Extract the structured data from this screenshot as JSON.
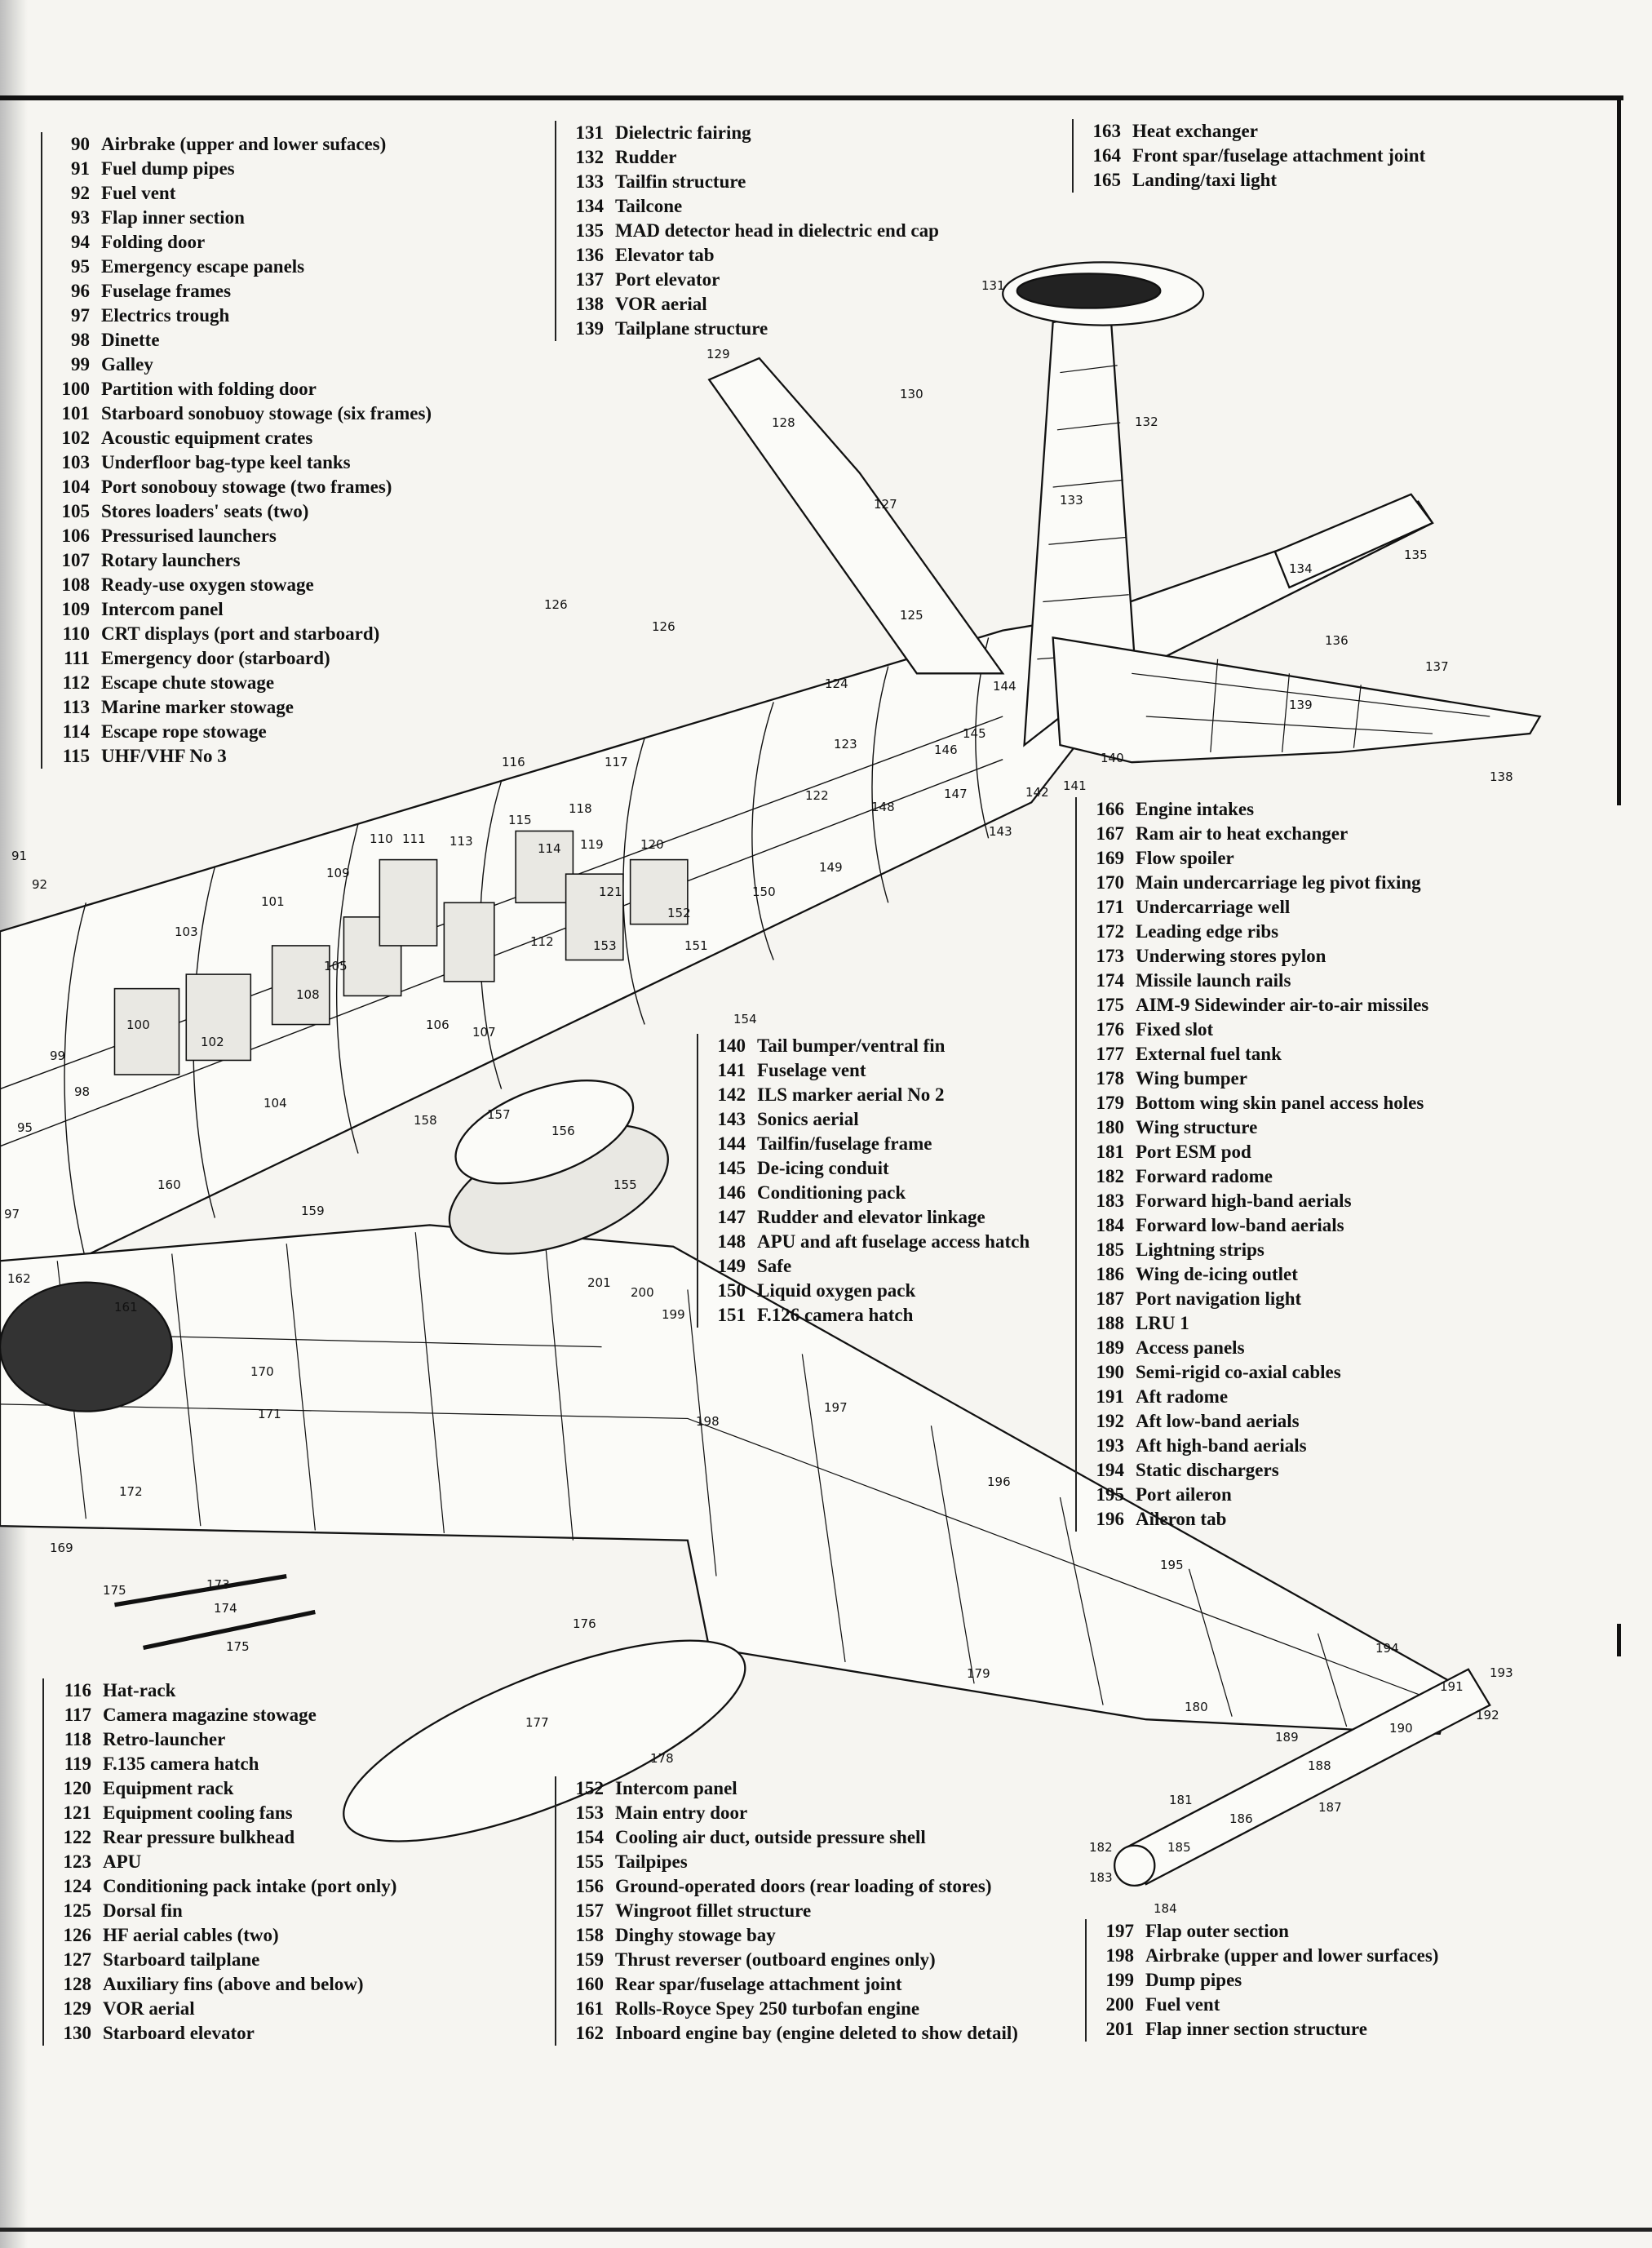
{
  "legend_groups": [
    {
      "id": "g-a",
      "items": [
        {
          "n": "90",
          "label": "Airbrake (upper and lower sufaces)"
        },
        {
          "n": "91",
          "label": "Fuel dump pipes"
        },
        {
          "n": "92",
          "label": "Fuel vent"
        },
        {
          "n": "93",
          "label": "Flap inner section"
        },
        {
          "n": "94",
          "label": "Folding door"
        },
        {
          "n": "95",
          "label": "Emergency escape panels"
        },
        {
          "n": "96",
          "label": "Fuselage frames"
        },
        {
          "n": "97",
          "label": "Electrics trough"
        },
        {
          "n": "98",
          "label": "Dinette"
        },
        {
          "n": "99",
          "label": "Galley"
        },
        {
          "n": "100",
          "label": "Partition with folding door"
        },
        {
          "n": "101",
          "label": "Starboard sonobuoy stowage (six frames)"
        },
        {
          "n": "102",
          "label": "Acoustic equipment crates"
        },
        {
          "n": "103",
          "label": "Underfloor bag-type keel tanks"
        },
        {
          "n": "104",
          "label": "Port sonobouy stowage (two frames)"
        },
        {
          "n": "105",
          "label": "Stores loaders' seats (two)"
        },
        {
          "n": "106",
          "label": "Pressurised launchers"
        },
        {
          "n": "107",
          "label": "Rotary launchers"
        },
        {
          "n": "108",
          "label": "Ready-use oxygen stowage"
        },
        {
          "n": "109",
          "label": "Intercom panel"
        },
        {
          "n": "110",
          "label": "CRT displays (port and starboard)"
        },
        {
          "n": "111",
          "label": "Emergency door (starboard)"
        },
        {
          "n": "112",
          "label": "Escape chute stowage"
        },
        {
          "n": "113",
          "label": "Marine marker stowage"
        },
        {
          "n": "114",
          "label": "Escape rope stowage"
        },
        {
          "n": "115",
          "label": "UHF/VHF No 3"
        }
      ]
    },
    {
      "id": "g-b",
      "items": [
        {
          "n": "131",
          "label": "Dielectric fairing"
        },
        {
          "n": "132",
          "label": "Rudder"
        },
        {
          "n": "133",
          "label": "Tailfin structure"
        },
        {
          "n": "134",
          "label": "Tailcone"
        },
        {
          "n": "135",
          "label": "MAD detector head in dielectric end cap"
        },
        {
          "n": "136",
          "label": "Elevator tab"
        },
        {
          "n": "137",
          "label": "Port elevator"
        },
        {
          "n": "138",
          "label": "VOR aerial"
        },
        {
          "n": "139",
          "label": "Tailplane structure"
        }
      ]
    },
    {
      "id": "g-c",
      "items": [
        {
          "n": "163",
          "label": "Heat exchanger"
        },
        {
          "n": "164",
          "label": "Front spar/fuselage attachment joint"
        },
        {
          "n": "165",
          "label": "Landing/taxi light"
        }
      ]
    },
    {
      "id": "g-d",
      "items": [
        {
          "n": "166",
          "label": "Engine intakes"
        },
        {
          "n": "167",
          "label": "Ram air to heat exchanger"
        },
        {
          "n": "169",
          "label": "Flow spoiler"
        },
        {
          "n": "170",
          "label": "Main undercarriage leg pivot fixing"
        },
        {
          "n": "171",
          "label": "Undercarriage well"
        },
        {
          "n": "172",
          "label": "Leading edge ribs"
        },
        {
          "n": "173",
          "label": "Underwing stores pylon"
        },
        {
          "n": "174",
          "label": "Missile launch rails"
        },
        {
          "n": "175",
          "label": "AIM-9 Sidewinder air-to-air missiles"
        },
        {
          "n": "176",
          "label": "Fixed slot"
        },
        {
          "n": "177",
          "label": "External fuel tank"
        },
        {
          "n": "178",
          "label": "Wing bumper"
        },
        {
          "n": "179",
          "label": "Bottom wing skin panel access holes"
        },
        {
          "n": "180",
          "label": "Wing structure"
        },
        {
          "n": "181",
          "label": "Port ESM pod"
        },
        {
          "n": "182",
          "label": "Forward radome"
        },
        {
          "n": "183",
          "label": "Forward high-band aerials"
        },
        {
          "n": "184",
          "label": "Forward low-band aerials"
        },
        {
          "n": "185",
          "label": "Lightning strips"
        },
        {
          "n": "186",
          "label": "Wing de-icing outlet"
        },
        {
          "n": "187",
          "label": "Port navigation light"
        },
        {
          "n": "188",
          "label": "LRU 1"
        },
        {
          "n": "189",
          "label": "Access panels"
        },
        {
          "n": "190",
          "label": "Semi-rigid co-axial cables"
        },
        {
          "n": "191",
          "label": "Aft radome"
        },
        {
          "n": "192",
          "label": "Aft low-band aerials"
        },
        {
          "n": "193",
          "label": "Aft high-band aerials"
        },
        {
          "n": "194",
          "label": "Static dischargers"
        },
        {
          "n": "195",
          "label": "Port aileron"
        },
        {
          "n": "196",
          "label": "Aileron tab"
        }
      ]
    },
    {
      "id": "g-e",
      "items": [
        {
          "n": "140",
          "label": "Tail bumper/ventral fin"
        },
        {
          "n": "141",
          "label": "Fuselage vent"
        },
        {
          "n": "142",
          "label": "ILS marker aerial No 2"
        },
        {
          "n": "143",
          "label": "Sonics aerial"
        },
        {
          "n": "144",
          "label": "Tailfin/fuselage frame"
        },
        {
          "n": "145",
          "label": "De-icing conduit"
        },
        {
          "n": "146",
          "label": "Conditioning pack"
        },
        {
          "n": "147",
          "label": "Rudder and elevator linkage"
        },
        {
          "n": "148",
          "label": "APU and aft fuselage access hatch"
        },
        {
          "n": "149",
          "label": "Safe"
        },
        {
          "n": "150",
          "label": "Liquid oxygen pack"
        },
        {
          "n": "151",
          "label": "F.126 camera hatch"
        }
      ]
    },
    {
      "id": "g-f",
      "items": [
        {
          "n": "116",
          "label": "Hat-rack"
        },
        {
          "n": "117",
          "label": "Camera magazine stowage"
        },
        {
          "n": "118",
          "label": "Retro-launcher"
        },
        {
          "n": "119",
          "label": "F.135 camera hatch"
        },
        {
          "n": "120",
          "label": "Equipment rack"
        },
        {
          "n": "121",
          "label": "Equipment cooling fans"
        },
        {
          "n": "122",
          "label": "Rear pressure bulkhead"
        },
        {
          "n": "123",
          "label": "APU"
        },
        {
          "n": "124",
          "label": "Conditioning pack intake (port only)"
        },
        {
          "n": "125",
          "label": "Dorsal fin"
        },
        {
          "n": "126",
          "label": "HF aerial cables (two)"
        },
        {
          "n": "127",
          "label": "Starboard tailplane"
        },
        {
          "n": "128",
          "label": "Auxiliary fins (above and below)"
        },
        {
          "n": "129",
          "label": "VOR aerial"
        },
        {
          "n": "130",
          "label": "Starboard elevator"
        }
      ]
    },
    {
      "id": "g-g",
      "items": [
        {
          "n": "152",
          "label": "Intercom panel"
        },
        {
          "n": "153",
          "label": "Main entry door"
        },
        {
          "n": "154",
          "label": "Cooling air duct, outside pressure shell"
        },
        {
          "n": "155",
          "label": "Tailpipes"
        },
        {
          "n": "156",
          "label": "Ground-operated doors (rear loading of stores)"
        },
        {
          "n": "157",
          "label": "Wingroot fillet structure"
        },
        {
          "n": "158",
          "label": "Dinghy stowage bay"
        },
        {
          "n": "159",
          "label": "Thrust reverser (outboard engines only)"
        },
        {
          "n": "160",
          "label": "Rear spar/fuselage attachment joint"
        },
        {
          "n": "161",
          "label": "Rolls-Royce Spey 250 turbofan engine"
        },
        {
          "n": "162",
          "label": "Inboard engine bay (engine deleted to show detail)"
        }
      ]
    },
    {
      "id": "g-h",
      "items": [
        {
          "n": "197",
          "label": "Flap outer section"
        },
        {
          "n": "198",
          "label": "Airbrake (upper and lower surfaces)"
        },
        {
          "n": "199",
          "label": "Dump pipes"
        },
        {
          "n": "200",
          "label": "Fuel vent"
        },
        {
          "n": "201",
          "label": "Flap inner section structure"
        }
      ]
    }
  ],
  "callouts": [
    "91",
    "92",
    "95",
    "97",
    "98",
    "99",
    "100",
    "101",
    "102",
    "103",
    "104",
    "105",
    "106",
    "107",
    "108",
    "109",
    "110",
    "111",
    "112",
    "113",
    "114",
    "115",
    "116",
    "117",
    "118",
    "119",
    "120",
    "121",
    "122",
    "123",
    "124",
    "125",
    "126",
    "126",
    "127",
    "128",
    "129",
    "130",
    "131",
    "132",
    "133",
    "134",
    "135",
    "136",
    "137",
    "138",
    "139",
    "140",
    "141",
    "142",
    "143",
    "144",
    "145",
    "146",
    "147",
    "148",
    "149",
    "150",
    "151",
    "152",
    "153",
    "154",
    "155",
    "156",
    "157",
    "158",
    "159",
    "160",
    "161",
    "162",
    "169",
    "170",
    "171",
    "172",
    "173",
    "174",
    "175",
    "175",
    "176",
    "177",
    "178",
    "179",
    "180",
    "181",
    "182",
    "183",
    "184",
    "185",
    "186",
    "187",
    "188",
    "189",
    "190",
    "191",
    "192",
    "193",
    "194",
    "195",
    "196",
    "197",
    "198",
    "199",
    "200",
    "201"
  ],
  "colors": {
    "ink": "#111111",
    "paper": "#f6f5f1"
  }
}
